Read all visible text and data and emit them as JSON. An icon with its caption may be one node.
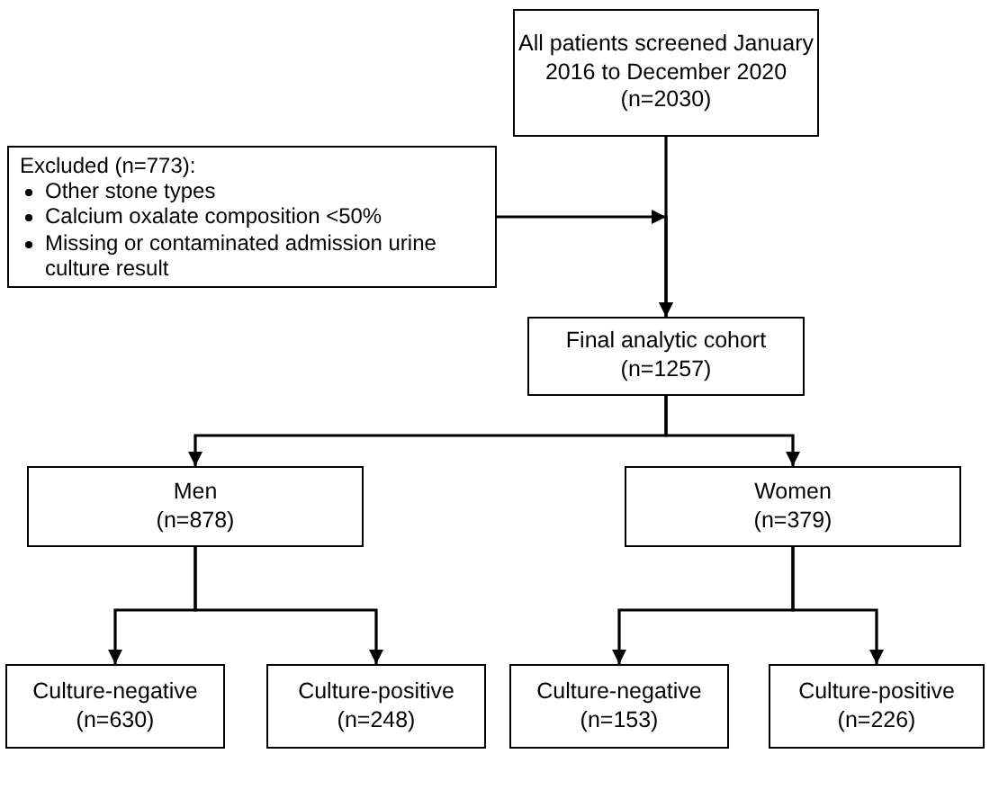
{
  "diagram": {
    "nodes": [
      {
        "text": [
          "All patients screened January 2016 to December 2020",
          "(n=2030)"
        ]
      },
      {
        "text": [
          "Excluded (n=773):",
          "Other stone types",
          "Calcium oxalate composition <50%",
          "Missing or contaminated admission urine culture result"
        ]
      },
      {
        "text": [
          "Final analytic cohort",
          "(n=1257)"
        ]
      },
      {
        "text": [
          "Men",
          "(n=878)"
        ]
      },
      {
        "text": [
          "Women",
          "(n=379)"
        ]
      },
      {
        "text": [
          "Culture-negative",
          "(n=630)"
        ]
      },
      {
        "text": [
          "Culture-positive",
          "(n=248)"
        ]
      },
      {
        "text": [
          "Culture-negative",
          "(n=153)"
        ]
      },
      {
        "text": [
          "Culture-positive",
          "(n=226)"
        ]
      }
    ],
    "edges": [
      {
        "from": 0,
        "to": 2,
        "arrow": "to"
      },
      {
        "from": 1,
        "to": 2,
        "arrow": "to"
      },
      {
        "from": 2,
        "to": 3,
        "arrow": "to"
      },
      {
        "from": 2,
        "to": 4,
        "arrow": "to"
      },
      {
        "from": 3,
        "to": 5,
        "arrow": "to"
      },
      {
        "from": 3,
        "to": 6,
        "arrow": "to"
      },
      {
        "from": 4,
        "to": 7,
        "arrow": "to"
      },
      {
        "from": 4,
        "to": 8,
        "arrow": "to"
      }
    ]
  }
}
